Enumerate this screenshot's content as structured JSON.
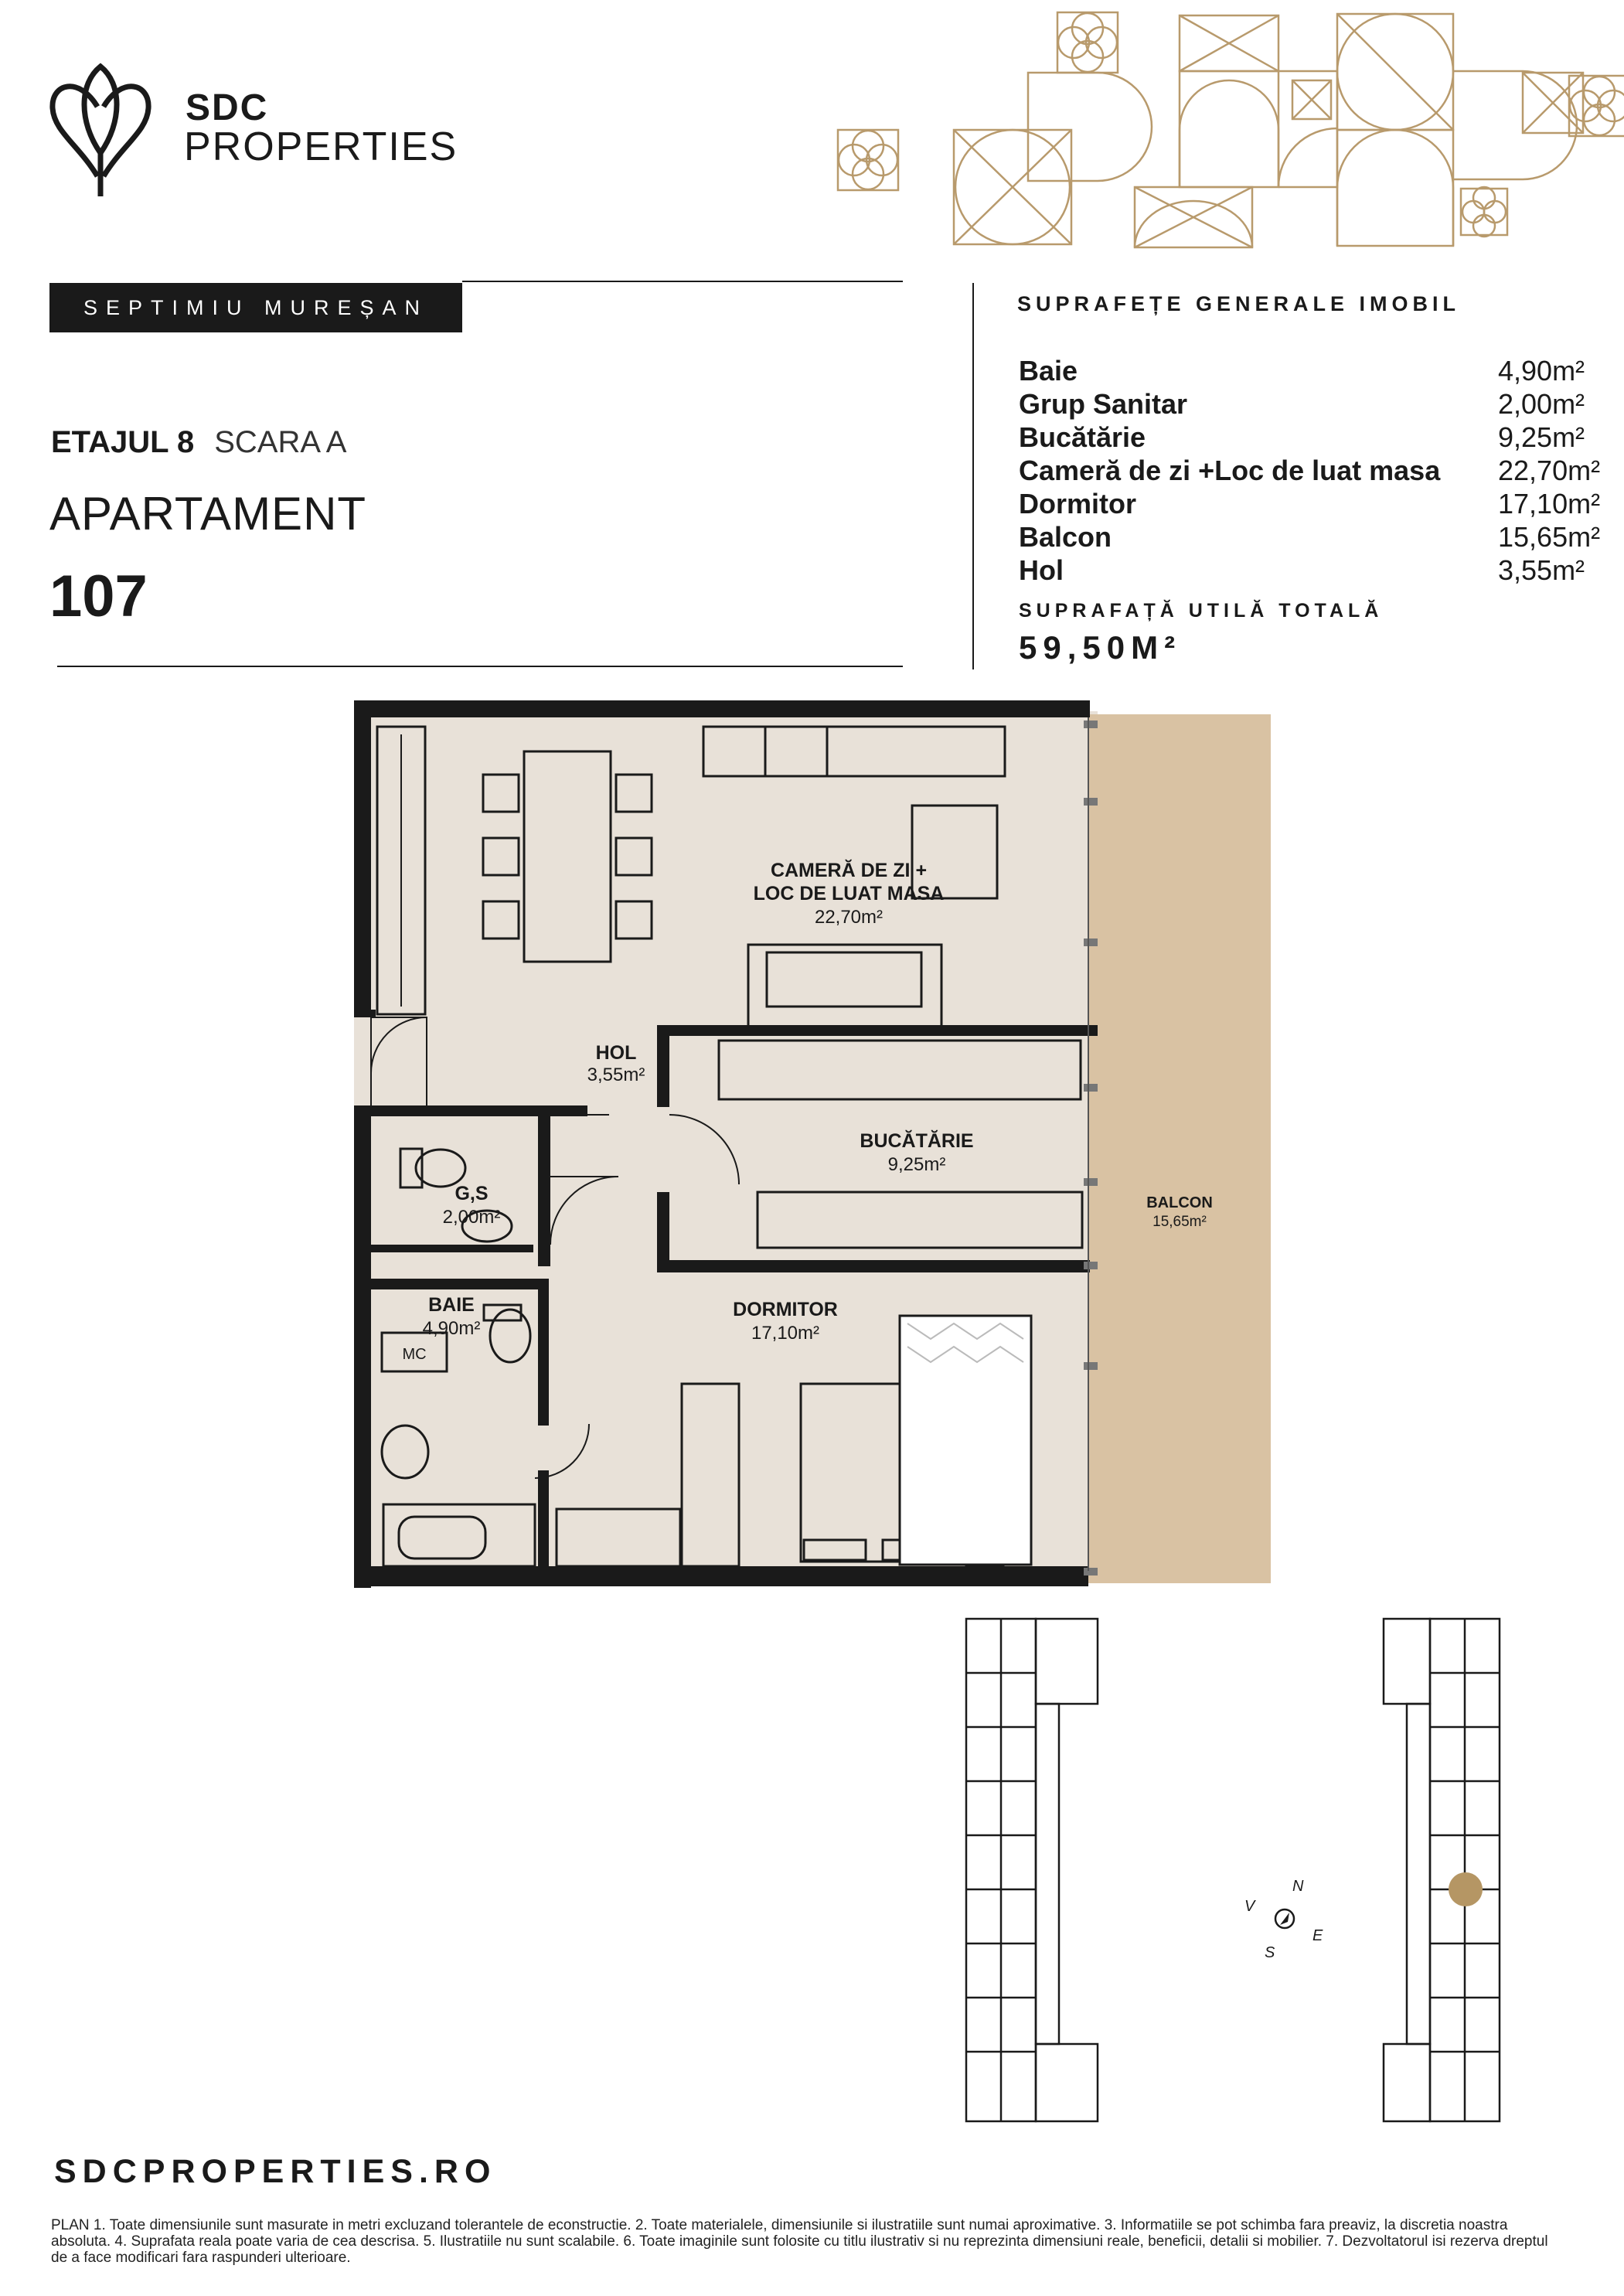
{
  "brand": {
    "line1": "SDC",
    "line2": "PROPERTIES"
  },
  "project": "SEPTIMIU MUREȘAN",
  "floor": {
    "level": "ETAJUL 8",
    "stair": "SCARA A"
  },
  "apartment": {
    "label": "APARTAMENT",
    "number": "107"
  },
  "surfaces": {
    "title": "SUPRAFEȚE GENERALE IMOBIL",
    "rows": [
      {
        "name": "Baie",
        "area": "4,90m²"
      },
      {
        "name": "Grup Sanitar",
        "area": "2,00m²"
      },
      {
        "name": "Bucătărie",
        "area": "9,25m²"
      },
      {
        "name": "Cameră de zi +Loc de luat masa",
        "area": "22,70m²"
      },
      {
        "name": "Dormitor",
        "area": "17,10m²"
      },
      {
        "name": "Balcon",
        "area": "15,65m²"
      },
      {
        "name": "Hol",
        "area": "3,55m²"
      }
    ],
    "total_label": "SUPRAFAȚĂ UTILĂ TOTALĂ",
    "total_value": "59,50M²"
  },
  "plan": {
    "living_line1": "CAMERĂ DE ZI  +",
    "living_line2": "LOC DE LUAT MASA",
    "living_area": "22,70m²",
    "hall": "HOL",
    "hall_area": "3,55m²",
    "kitchen": "BUCĂTĂRIE",
    "kitchen_area": "9,25m²",
    "wc": "G,S",
    "wc_area": "2,00m²",
    "bath": "BAIE",
    "bath_area": "4,90m²",
    "bath_mc": "MC",
    "bedroom": "DORMITOR",
    "bedroom_area": "17,10m²",
    "balcony": "BALCON",
    "balcony_area": "15,65m²"
  },
  "compass": {
    "n": "N",
    "e": "E",
    "s": "S",
    "v": "V"
  },
  "colors": {
    "gold": "#b89a6c",
    "balcony": "#d9c2a3",
    "floor": "#e8e1d8",
    "highlight": "#b59664"
  },
  "website": "SDCPROPERTIES.RO",
  "disclaimer": "PLAN 1. Toate dimensiunile sunt masurate in metri excluzand tolerantele de econstructie. 2. Toate materialele, dimensiunile si ilustratiile sunt numai aproximative. 3. Informatiile se pot schimba fara preaviz, la discretia noastra absoluta. 4. Suprafata reala poate varia de cea descrisa. 5. Ilustratiile nu sunt scalabile. 6. Toate imaginile sunt folosite cu titlu ilustrativ si nu reprezinta dimensiuni reale, beneficii, detalii si mobilier. 7. Dezvoltatorul isi rezerva dreptul de a face modificari fara raspunderi ulterioare."
}
